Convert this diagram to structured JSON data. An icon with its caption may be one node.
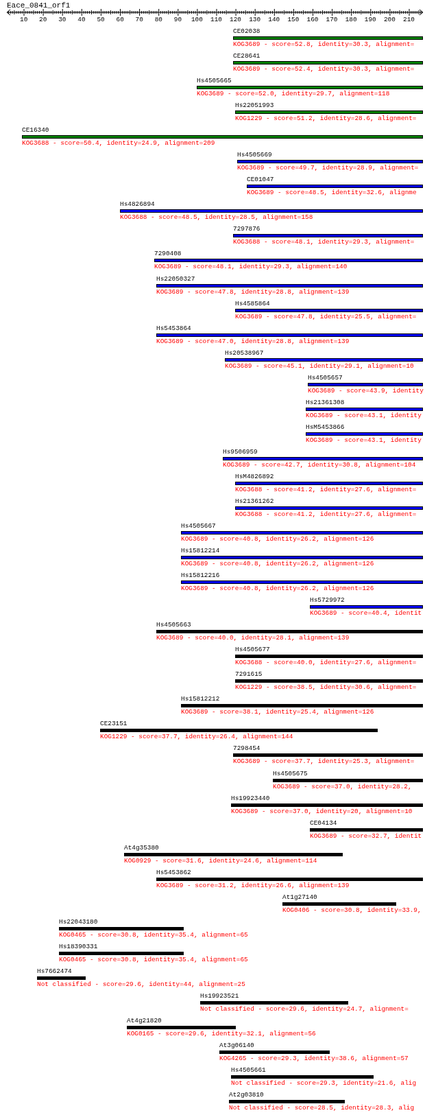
{
  "diagram": {
    "title": "Eace_0841_orf1",
    "nodes": [
      {
        "text": [
          "CE02038",
          "KOG3689 - score=52.8, identity=30.3, alignment="
        ]
      },
      {
        "text": [
          "CE28641",
          "KOG3689 - score=52.4, identity=30.3, alignment="
        ]
      },
      {
        "text": [
          "Hs4505665",
          "KOG3689 - score=52.0, identity=29.7, alignment=118"
        ]
      },
      {
        "text": [
          "Hs22051993",
          "KOG1229 - score=51.2, identity=28.6, alignment="
        ]
      },
      {
        "text": [
          "CE16340",
          "KOG3688 - score=50.4, identity=24.9, alignment=209"
        ]
      },
      {
        "text": [
          "Hs4505669",
          "KOG3689 - score=49.7, identity=28.9, alignment="
        ]
      },
      {
        "text": [
          "CE01047",
          "KOG3689 - score=48.5, identity=32.6, alignme"
        ]
      },
      {
        "text": [
          "Hs4826894",
          "KOG3688 - score=48.5, identity=28.5, alignment=158"
        ]
      },
      {
        "text": [
          "7297876",
          "KOG3688 - score=48.1, identity=29.3, alignment="
        ]
      },
      {
        "text": [
          "7290408",
          "KOG3689 - score=48.1, identity=29.3, alignment=140"
        ]
      },
      {
        "text": [
          "Hs22050327",
          "KOG3689 - score=47.8, identity=28.8, alignment=139"
        ]
      },
      {
        "text": [
          "Hs4585864",
          "KOG3689 - score=47.8, identity=25.5, alignment="
        ]
      },
      {
        "text": [
          "Hs5453864",
          "KOG3689 - score=47.0, identity=28.8, alignment=139"
        ]
      },
      {
        "text": [
          "Hs20538967",
          "KOG3689 - score=45.1, identity=29.1, alignment=10"
        ]
      },
      {
        "text": [
          "Hs4505657",
          "KOG3689 - score=43.9, identity"
        ]
      },
      {
        "text": [
          "Hs21361308",
          "KOG3689 - score=43.1, identity"
        ]
      },
      {
        "text": [
          "HsM5453866",
          "KOG3689 - score=43.1, identity"
        ]
      },
      {
        "text": [
          "Hs9506959",
          "KOG3689 - score=42.7, identity=30.8, alignment=104"
        ]
      },
      {
        "text": [
          "HsM4826892",
          "KOG3688 - score=41.2, identity=27.6, alignment="
        ]
      },
      {
        "text": [
          "Hs21361262",
          "KOG3688 - score=41.2, identity=27.6, alignment="
        ]
      },
      {
        "text": [
          "Hs4505667",
          "KOG3689 - score=40.8, identity=26.2, alignment=126"
        ]
      },
      {
        "text": [
          "Hs15812214",
          "KOG3689 - score=40.8, identity=26.2, alignment=126"
        ]
      },
      {
        "text": [
          "Hs15812216",
          "KOG3689 - score=40.8, identity=26.2, alignment=126"
        ]
      },
      {
        "text": [
          "Hs5729972",
          "KOG3689 - score=40.4, identit"
        ]
      },
      {
        "text": [
          "Hs4505663",
          "KOG3689 - score=40.0, identity=28.1, alignment=139"
        ]
      },
      {
        "text": [
          "Hs4505677",
          "KOG3688 - score=40.0, identity=27.6, alignment="
        ]
      },
      {
        "text": [
          "7291615",
          "KOG1229 - score=38.5, identity=30.6, alignment="
        ]
      },
      {
        "text": [
          "Hs15812212",
          "KOG3689 - score=38.1, identity=25.4, alignment=126"
        ]
      },
      {
        "text": [
          "CE23151",
          "KOG1229 - score=37.7, identity=26.4, alignment=144"
        ]
      },
      {
        "text": [
          "7298454",
          "KOG3689 - score=37.7, identity=25.3, alignment="
        ]
      },
      {
        "text": [
          "Hs4505675",
          "KOG3689 - score=37.0, identity=28.2,"
        ]
      },
      {
        "text": [
          "Hs19923440",
          "KOG3689 - score=37.0, identity=20, alignment=10"
        ]
      },
      {
        "text": [
          "CE04134",
          "KOG3689 - score=32.7, identit"
        ]
      },
      {
        "text": [
          "At4g35380",
          "KOG0929 - score=31.6, identity=24.6, alignment=114"
        ]
      },
      {
        "text": [
          "Hs5453862",
          "KOG3689 - score=31.2, identity=26.6, alignment=139"
        ]
      },
      {
        "text": [
          "At1g27140",
          "KOG0406 - score=30.8, identity=33.9,"
        ]
      },
      {
        "text": [
          "Hs22043180",
          "KOG0465 - score=30.8, identity=35.4, alignment=65"
        ]
      },
      {
        "text": [
          "Hs18390331",
          "KOG0465 - score=30.8, identity=35.4, alignment=65"
        ]
      },
      {
        "text": [
          "Hs7662474",
          "Not classified - score=29.6, identity=44, alignment=25"
        ]
      },
      {
        "text": [
          "Hs19923521",
          "Not classified - score=29.6, identity=24.7, alignment="
        ]
      },
      {
        "text": [
          "At4g21820",
          "KOG0165 - score=29.6, identity=32.1, alignment=56"
        ]
      },
      {
        "text": [
          "At3g06140",
          "KOG4265 - score=29.3, identity=38.6, alignment=57"
        ]
      },
      {
        "text": [
          "Hs4505661",
          "Not classified - score=29.3, identity=21.6, alig"
        ]
      },
      {
        "text": [
          "At2g03810",
          "Not classified - score=28.5, identity=28.3, alig"
        ]
      }
    ],
    "labels": [
      "10",
      "20",
      "30",
      "40",
      "50",
      "60",
      "70",
      "80",
      "90",
      "100",
      "110",
      "120",
      "130",
      "140",
      "150",
      "160",
      "170",
      "180",
      "190",
      "200",
      "210"
    ]
  }
}
